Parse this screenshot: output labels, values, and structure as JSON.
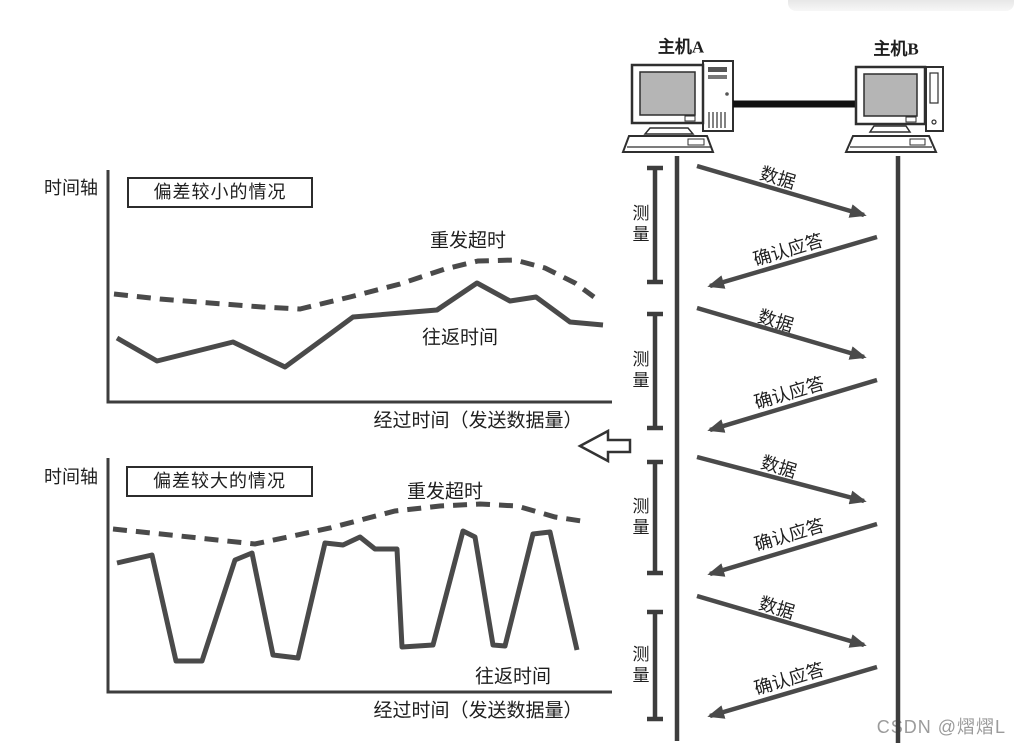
{
  "watermark": "CSDN @熠熠L",
  "colors": {
    "line": "#4a4a4a",
    "axis": "#3d3d3d",
    "text": "#1e1e1e",
    "screen_fill": "#b5b5b5",
    "watermark": "#9b9b9b"
  },
  "charts": [
    {
      "axis_label_y": "时间轴",
      "title_box": "偏差较小的情况",
      "timeout_label": "重发超时",
      "rtt_label": "往返时间",
      "axis_label_x": "经过时间（发送数据量）",
      "timeout_points": "114,294 160,299 210,303 262,307 300,309 350,297 400,284 445,269 478,261 515,260 545,268 575,283 594,297",
      "rtt_points": "117,338 157,361 233,342 285,367 330,334 353,317 437,310 477,283 510,301 536,297 570,322 603,325"
    },
    {
      "axis_label_y": "时间轴",
      "title_box": "偏差较大的情况",
      "timeout_label": "重发超时",
      "rtt_label": "往返时间",
      "axis_label_x": "经过时间（发送数据量）",
      "timeout_points": "113,529 180,536 255,544 330,528 395,511 440,506 480,504 517,506 555,517 588,522",
      "rtt_points": "117,563 152,555 176,661 202,661 235,560 252,553 273,655 298,658 325,543 343,545 360,537 375,549 397,549 402,647 433,645 463,531 475,537 493,645 505,646 533,534 550,532 577,650"
    }
  ],
  "sequence": {
    "host_a_label": "主机A",
    "host_b_label": "主机B",
    "measure_label": "测量",
    "data_label": "数据",
    "ack_label": "确认应答",
    "cycle_count": 4
  }
}
